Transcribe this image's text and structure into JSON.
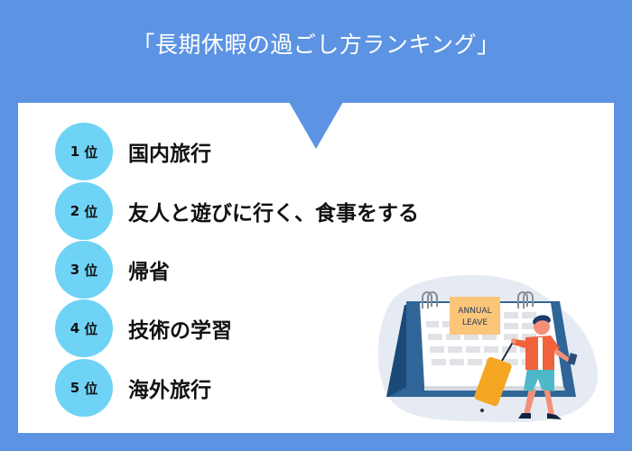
{
  "header": {
    "title": "「長期休暇の過ごし方ランキング」"
  },
  "ranking": {
    "rank_suffix": "位",
    "items": [
      {
        "rank": "1",
        "label": "国内旅行"
      },
      {
        "rank": "2",
        "label": "友人と遊びに行く、食事をする"
      },
      {
        "rank": "3",
        "label": "帰省"
      },
      {
        "rank": "4",
        "label": "技術の学習"
      },
      {
        "rank": "5",
        "label": "海外旅行"
      }
    ]
  },
  "illustration": {
    "calendar_note": [
      "ANNUAL",
      "LEAVE"
    ]
  },
  "colors": {
    "background": "#5c93e3",
    "panel": "#ffffff",
    "badge": "#6fd3f5",
    "text": "#111111",
    "calendar_blue": "#2f6697",
    "calendar_dark": "#1c4a78",
    "note": "#fbc57a",
    "suitcase": "#f5a623",
    "shirt": "#f0623c",
    "shorts": "#4db8c8"
  }
}
